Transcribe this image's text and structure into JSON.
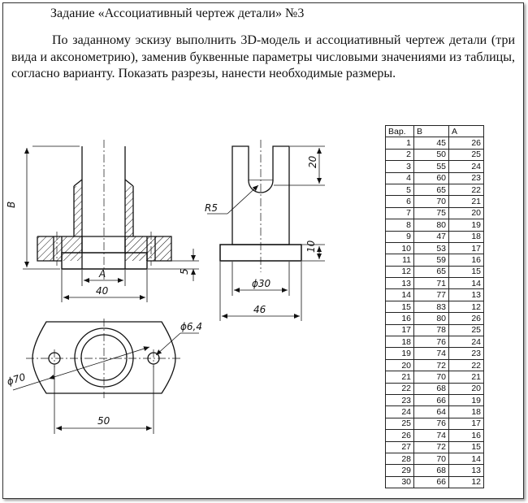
{
  "title": "Задание «Ассоциативный чертеж детали» №3",
  "task_text": "По заданному эскизу выполнить 3D-модель и ассоциативный чертеж детали (три вида и аксонометрию), заменив буквенные параметры числовыми значениями из таблицы, согласно варианту. Показать разрезы, нанести необходимые размеры.",
  "dimensions": {
    "b": "B",
    "a": "A",
    "d40": "40",
    "d5": "5",
    "r5": "R5",
    "d20": "20",
    "d10": "10",
    "phi30": "ϕ30",
    "d46": "46",
    "phi64": "ϕ6,4",
    "phi70": "ϕ70",
    "d50": "50"
  },
  "table": {
    "headers": [
      "Вар.",
      "B",
      "A"
    ],
    "rows": [
      [
        "1",
        "45",
        "26"
      ],
      [
        "2",
        "50",
        "25"
      ],
      [
        "3",
        "55",
        "24"
      ],
      [
        "4",
        "60",
        "23"
      ],
      [
        "5",
        "65",
        "22"
      ],
      [
        "6",
        "70",
        "21"
      ],
      [
        "7",
        "75",
        "20"
      ],
      [
        "8",
        "80",
        "19"
      ],
      [
        "9",
        "47",
        "18"
      ],
      [
        "10",
        "53",
        "17"
      ],
      [
        "11",
        "59",
        "16"
      ],
      [
        "12",
        "65",
        "15"
      ],
      [
        "13",
        "71",
        "14"
      ],
      [
        "14",
        "77",
        "13"
      ],
      [
        "15",
        "83",
        "12"
      ],
      [
        "16",
        "80",
        "26"
      ],
      [
        "17",
        "78",
        "25"
      ],
      [
        "18",
        "76",
        "24"
      ],
      [
        "19",
        "74",
        "23"
      ],
      [
        "20",
        "72",
        "22"
      ],
      [
        "21",
        "70",
        "21"
      ],
      [
        "22",
        "68",
        "20"
      ],
      [
        "23",
        "66",
        "19"
      ],
      [
        "24",
        "64",
        "18"
      ],
      [
        "25",
        "76",
        "17"
      ],
      [
        "26",
        "74",
        "16"
      ],
      [
        "27",
        "72",
        "15"
      ],
      [
        "28",
        "70",
        "14"
      ],
      [
        "29",
        "68",
        "13"
      ],
      [
        "30",
        "66",
        "12"
      ]
    ]
  }
}
